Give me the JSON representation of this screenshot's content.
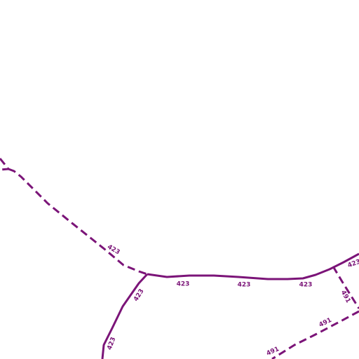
{
  "map": {
    "background": "#ffffff",
    "route_color": "#7b1478",
    "routes": [
      {
        "id": "423",
        "style": "dashed"
      },
      {
        "id": "423",
        "style": "solid"
      },
      {
        "id": "491",
        "style": "dashed"
      }
    ],
    "labels": [
      "423",
      "423",
      "423",
      "423",
      "423",
      "423",
      "423",
      "491",
      "491",
      "491"
    ]
  }
}
